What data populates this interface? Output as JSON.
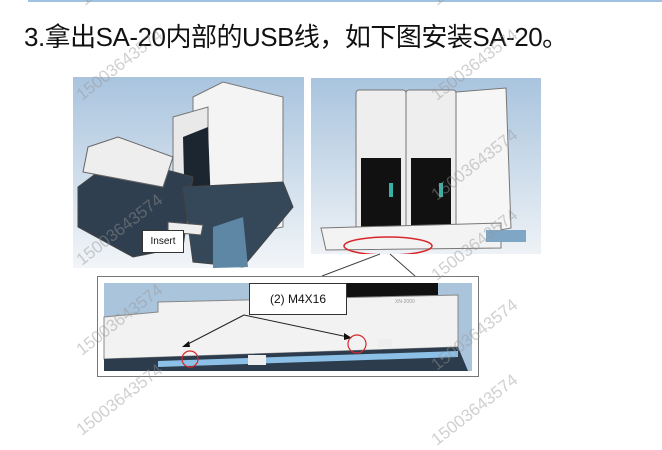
{
  "title": "3.拿出SA-20内部的USB线，如下图安装SA-20。",
  "figures": {
    "left": {
      "label": "Insert"
    },
    "detail": {
      "label": "(2) M4X16",
      "model_text": "XN-2000"
    }
  },
  "watermark": "15003643574",
  "colors": {
    "accent_line": "#9fc2e0",
    "highlight_circle": "#d9262a",
    "photo_bg": "#c9d9ea"
  }
}
